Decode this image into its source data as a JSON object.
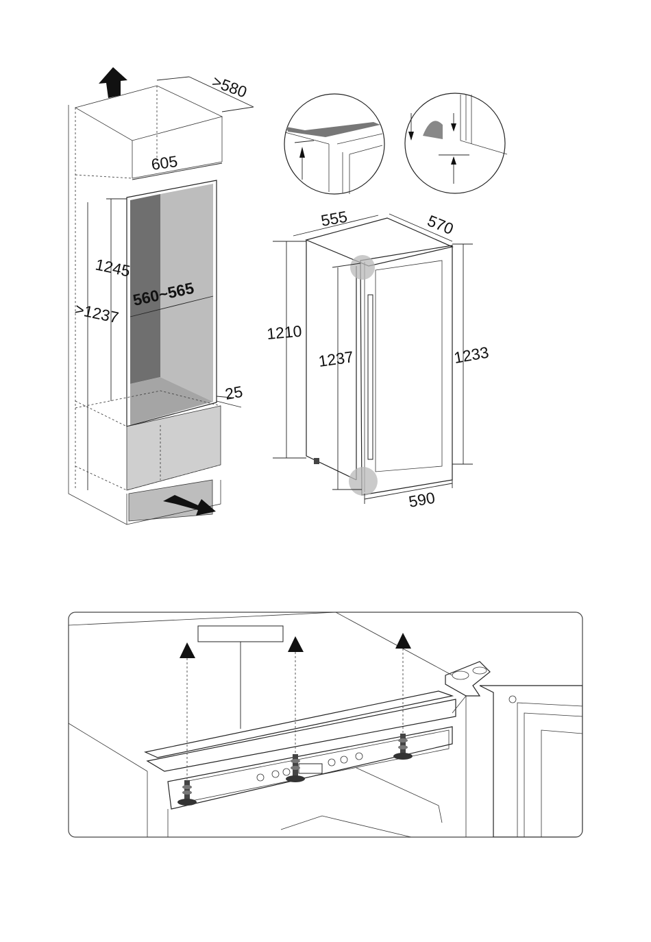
{
  "cabinet_diagram": {
    "dim_depth_min": ">580",
    "dim_width_top": "605",
    "dim_niche_height": "1245",
    "dim_total_height": ">1237",
    "dim_niche_width": "560~565",
    "dim_plinth": "25"
  },
  "appliance_diagram": {
    "dim_width": "555",
    "dim_depth": "570",
    "dim_body_height": "1210",
    "dim_door_height": "1237",
    "dim_total_height": "1233",
    "dim_width_with_door": "590"
  },
  "colors": {
    "niche_dark": "#6f6f6f",
    "niche_light": "#bdbdbd",
    "highlight_circle": "#b8b8b8",
    "arrow": "#111111"
  },
  "icons": [
    "up-arrow-icon",
    "right-arrow-icon",
    "screw-icon"
  ]
}
